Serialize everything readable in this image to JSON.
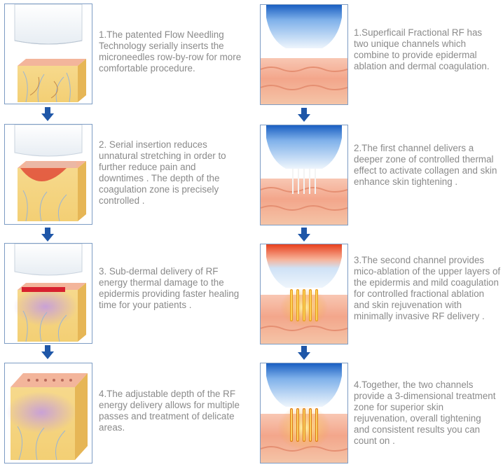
{
  "left_steps": [
    {
      "text": "1.The patented Flow Needling Technology serially inserts the microneedles row-by-row for more comfortable procedure.",
      "illustration": "applicator-over-skin-cube"
    },
    {
      "text": "2. Serial insertion reduces unnatural stretching in order to further reduce pain and downtimes . The depth of the coagulation zone is precisely controlled .",
      "illustration": "coagulation-zone-cube"
    },
    {
      "text": "3. Sub-dermal delivery of RF energy thermal damage to the epidermis providing faster healing time for your patients .",
      "illustration": "sub-dermal-delivery-cube"
    },
    {
      "text": "4.The adjustable depth of the RF energy delivery allows for multiple passes and treatment of delicate areas.",
      "illustration": "treated-skin-cube"
    }
  ],
  "right_steps": [
    {
      "text": "1.Superficail Fractional RF has two unique channels which combine to provide epidermal ablation and dermal coagulation.",
      "illustration": "tip-above-skin"
    },
    {
      "text": "2.The first channel delivers a deeper zone of controlled thermal effect to activate collagen and skin enhance skin tightening .",
      "illustration": "tip-with-pins"
    },
    {
      "text": "3.The second channel provides mico-ablation of the upper layers of the epidermis and mild coagulation for controlled fractional ablation and skin rejuvenation with minimally invasive RF delivery .",
      "illustration": "tip-with-heated-pins"
    },
    {
      "text": "4.Together, the two channels provide a 3-dimensional treatment zone for superior skin rejuvenation, overall tightening and consistent results you can count on .",
      "illustration": "tip-with-glowing-pins"
    }
  ],
  "colors": {
    "arrow": "#1f57a8",
    "border": "#7d9cc4",
    "text": "#8a8a8a",
    "skin_light": "#f7e3a6",
    "skin_dark": "#e9b85e",
    "epidermis": "#f6b3a0",
    "tip_blue": "#1e6ec8"
  }
}
